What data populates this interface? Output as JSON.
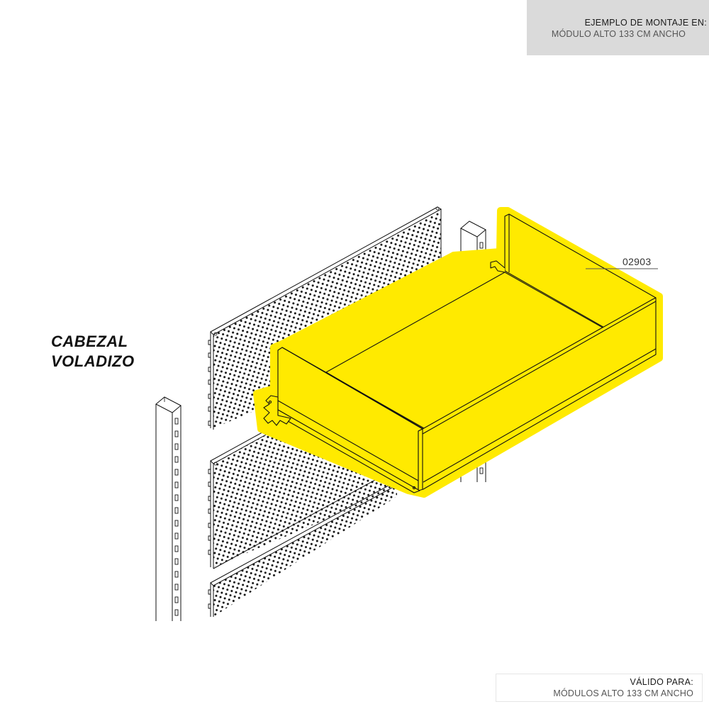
{
  "header_box": {
    "line1": "EJEMPLO DE MONTAJE EN:",
    "line2": "MÓDULO ALTO 133 CM ANCHO"
  },
  "title": {
    "line1": "CABEZAL",
    "line2": "VOLADIZO"
  },
  "part": {
    "code": "02903",
    "highlight_color": "#ffea00"
  },
  "footer_box": {
    "line1": "VÁLIDO PARA:",
    "line2": "MÓDULOS ALTO 133 CM ANCHO"
  },
  "drawing": {
    "components": [
      {
        "name": "perforated-panel",
        "count": 3
      },
      {
        "name": "upright-column",
        "count": 2
      },
      {
        "name": "cantilever-tray-02903",
        "count": 1,
        "highlighted": true
      }
    ]
  }
}
